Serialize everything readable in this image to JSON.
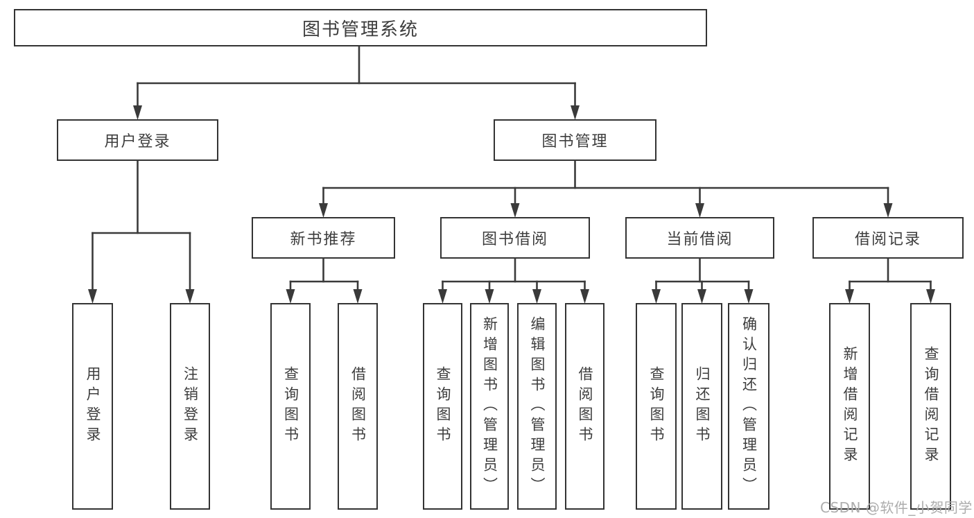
{
  "diagram": {
    "title": "图书管理系统",
    "level2": {
      "user_login": "用户登录",
      "book_mgmt": "图书管理"
    },
    "level3": {
      "new_book": "新书推荐",
      "book_borrow": "图书借阅",
      "current_borrow": "当前借阅",
      "borrow_record": "借阅记录"
    },
    "leaves": {
      "user_login_1": "用户登录",
      "user_login_2": "注销登录",
      "new_book_1": "查询图书",
      "new_book_2": "借阅图书",
      "book_borrow_1": "查询图书",
      "book_borrow_2": "新增图书（管理员）",
      "book_borrow_3": "编辑图书（管理员）",
      "book_borrow_4": "借阅图书",
      "current_1": "查询图书",
      "current_2": "归还图书",
      "current_3": "确认归还（管理员）",
      "record_1": "新增借阅记录",
      "record_2": "查询借阅记录"
    },
    "watermark": "CSDN @软件_小贺同学",
    "colors": {
      "line": "#3a3a3a",
      "border": "#333333",
      "text": "#3d3d3d",
      "watermark": "#adadad",
      "background": "#ffffff"
    }
  }
}
